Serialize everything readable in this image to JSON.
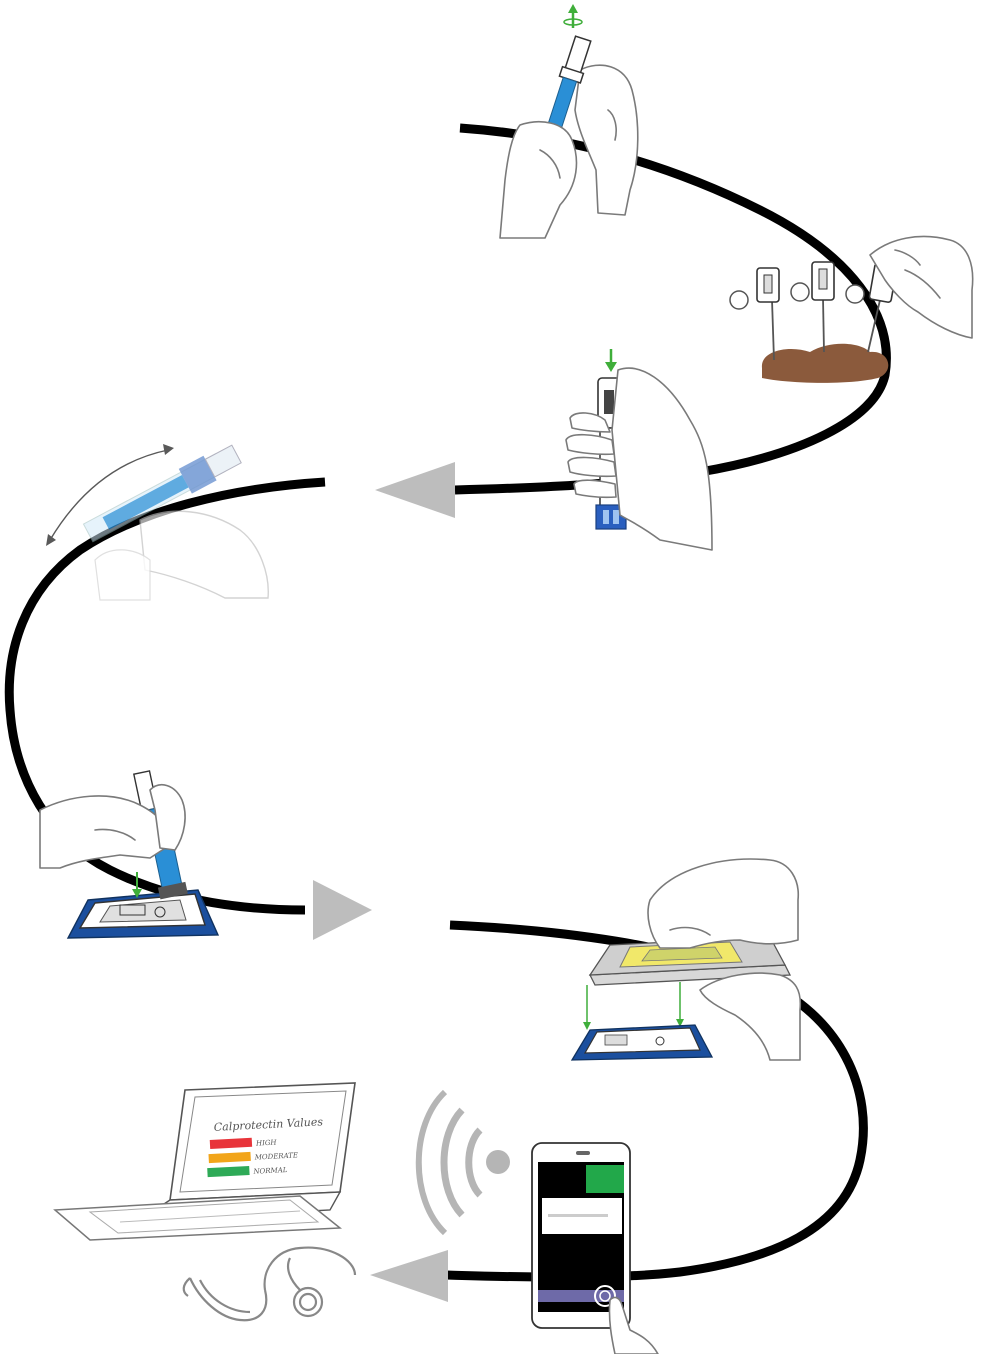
{
  "laptop": {
    "heading": "Calprotectin Values",
    "legend": [
      {
        "label": "HIGH",
        "color": "#e8343a"
      },
      {
        "label": "MODERATE",
        "color": "#f2a51a"
      },
      {
        "label": "NORMAL",
        "color": "#2eaa57"
      }
    ]
  },
  "phone": {
    "status_text": "",
    "header_color": "#22a84a",
    "action_bar_color": "#6e6aa8"
  },
  "colors": {
    "path": "#000000",
    "arrow": "#bdbdbd",
    "sampler_blue": "#2a8fd6",
    "mat_blue": "#1b4f9e",
    "soil": "#8b5a3c",
    "arrow_green": "#3fae3a"
  },
  "icons": [
    "syringe-icon",
    "sample-probe-icon",
    "extraction-device-icon",
    "shake-icon",
    "test-cartridge-icon",
    "reader-icon",
    "smartphone-icon",
    "wireless-signal-icon",
    "laptop-icon",
    "stethoscope-icon"
  ]
}
